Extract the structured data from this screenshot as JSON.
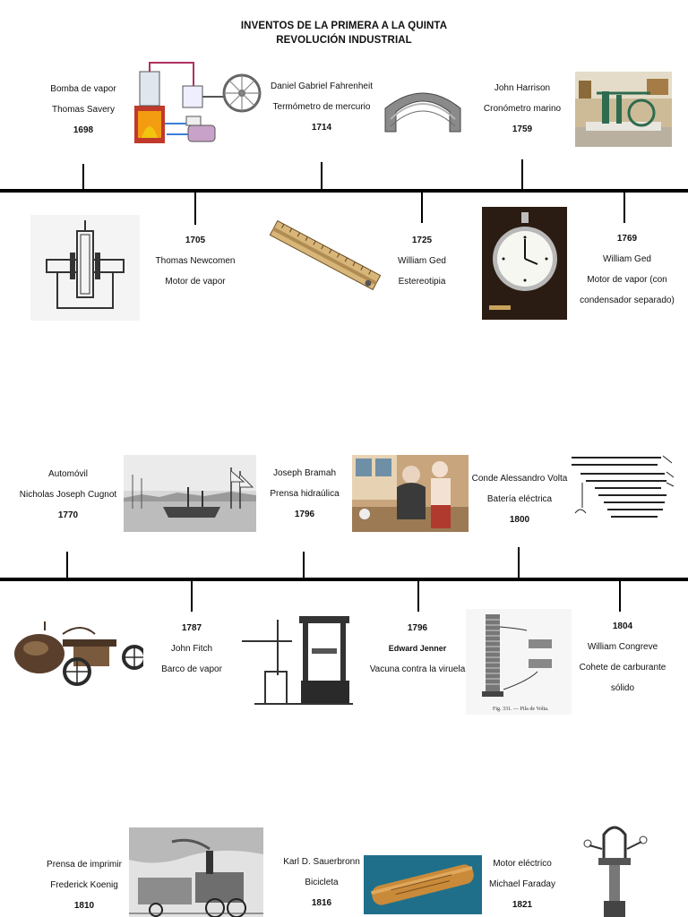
{
  "title": {
    "line1": "INVENTOS DE LA PRIMERA A LA QUINTA",
    "line2": "REVOLUCIÓN INDUSTRIAL"
  },
  "events": {
    "e1": {
      "l1": "Bomba de vapor",
      "l2": "Thomas Savery",
      "year": "1698"
    },
    "e2": {
      "l1": "Daniel Gabriel Fahrenheit",
      "l2": "Termómetro de mercurio",
      "year": "1714"
    },
    "e3": {
      "l1": "John Harrison",
      "l2": "Cronómetro marino",
      "year": "1759"
    },
    "e4": {
      "year": "1705",
      "l1": "Thomas Newcomen",
      "l2": "Motor de vapor"
    },
    "e5": {
      "year": "1725",
      "l1": "William Ged",
      "l2": "Estereotipia"
    },
    "e6": {
      "year": "1769",
      "l1": "William Ged",
      "l2": "Motor de vapor (con",
      "l3": "condensador separado)"
    },
    "e7": {
      "l1": "Automóvil",
      "l2": "Nicholas Joseph Cugnot",
      "year": "1770"
    },
    "e8": {
      "l1": "Joseph Bramah",
      "l2": "Prensa hidraúlica",
      "year": "1796"
    },
    "e9": {
      "l1": "Conde Alessandro Volta",
      "l2": "Batería eléctrica",
      "year": "1800"
    },
    "e10": {
      "year": "1787",
      "l1": "John Fitch",
      "l2": "Barco de vapor"
    },
    "e11": {
      "year": "1796",
      "l1": "Edward Jenner",
      "l2": "Vacuna contra la viruela"
    },
    "e12": {
      "year": "1804",
      "l1": "William Congreve",
      "l2": "Cohete de carburante",
      "l3": "sólido"
    },
    "e13": {
      "l1": "Prensa de imprimir",
      "l2": "Frederick Koenig",
      "year": "1810"
    },
    "e14": {
      "l1": "Karl D. Sauerbronn",
      "l2": "Bicicleta",
      "year": "1816"
    },
    "e15": {
      "l1": "Motor eléctrico",
      "l2": "Michael Faraday",
      "year": "1821"
    }
  },
  "figure_captions": {
    "volta_plate": "Fig. 331. — Pila de Volta."
  },
  "colors": {
    "timeline": "#000000",
    "text": "#111111",
    "background": "#ffffff"
  }
}
